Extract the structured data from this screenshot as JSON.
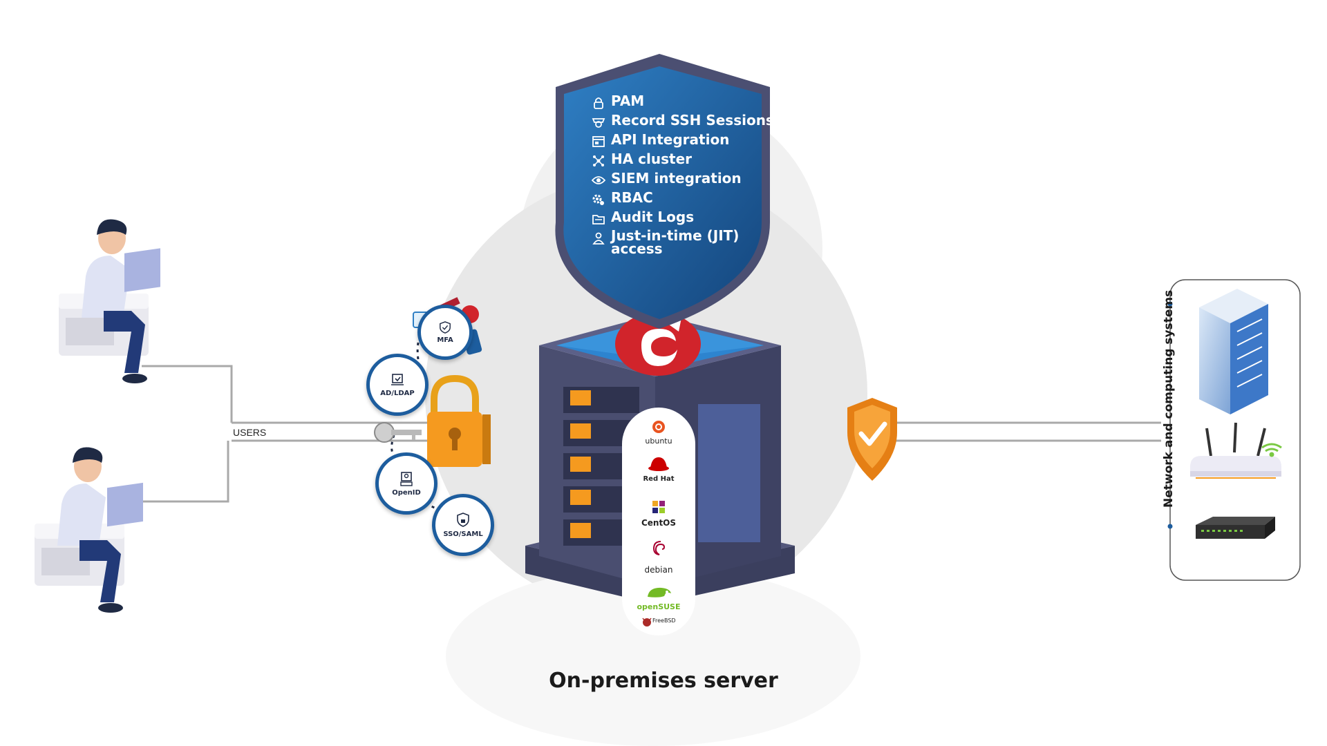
{
  "features": [
    {
      "icon": "lock-icon",
      "label": "PAM"
    },
    {
      "icon": "camera-icon",
      "label": "Record SSH Sessions"
    },
    {
      "icon": "window-icon",
      "label": "API Integration"
    },
    {
      "icon": "cluster-icon",
      "label": "HA cluster"
    },
    {
      "icon": "eye-icon",
      "label": "SIEM integration"
    },
    {
      "icon": "gears-icon",
      "label": "RBAC"
    },
    {
      "icon": "folder-icon",
      "label": "Audit Logs"
    },
    {
      "icon": "user-lock-icon",
      "label": "Just-in-time (JIT)\naccess"
    }
  ],
  "auth_methods": {
    "mfa": "MFA",
    "ad_ldap": "AD/LDAP",
    "openid": "OpenID",
    "sso_saml": "SSO/SAML"
  },
  "users_label": "USERS",
  "server_label": "On-premises server",
  "network_label": "Network and computing systems",
  "os_list": [
    "ubuntu",
    "Red Hat",
    "CentOS",
    "debian",
    "openSUSE",
    "FreeBSD"
  ],
  "colors": {
    "shield_blue": "#1d5d9e",
    "shield_frame": "#4b4f72",
    "server_body": "#4a4e70",
    "orange": "#f59a1f",
    "brand_red": "#d1242b",
    "line_gray": "#a9a9a9"
  }
}
